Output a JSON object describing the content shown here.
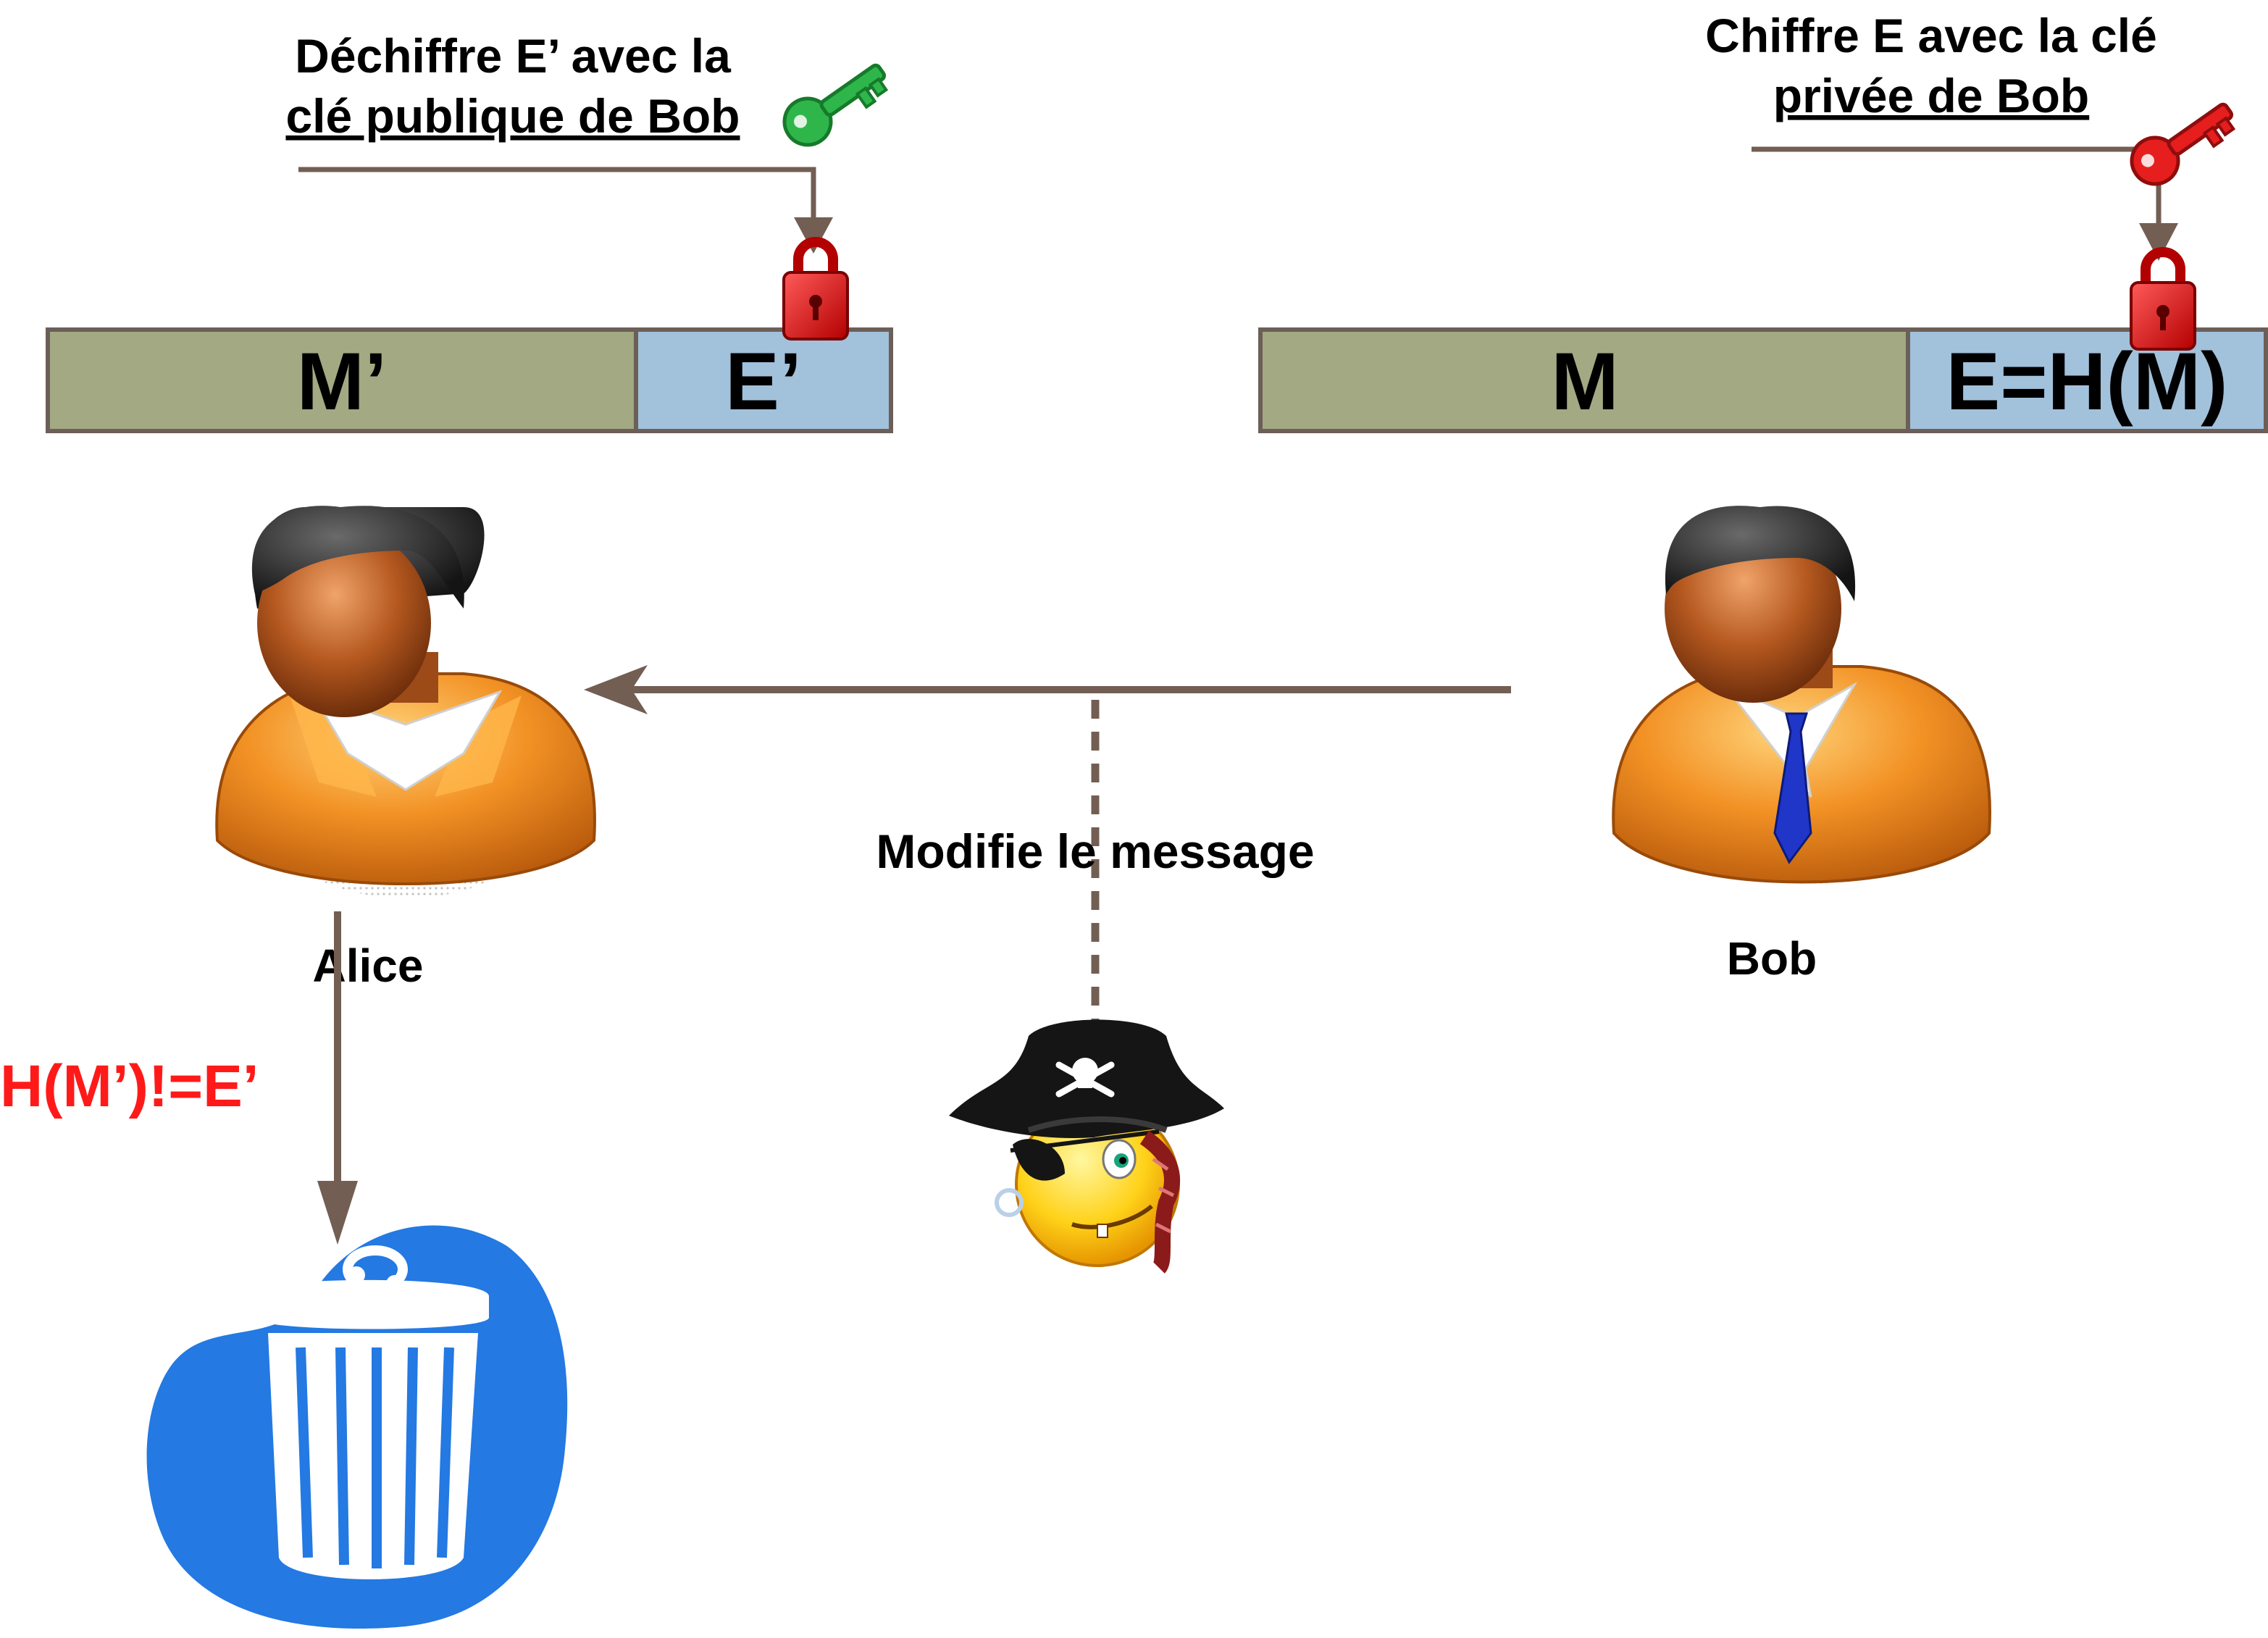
{
  "alice_side": {
    "caption_line1": "Déchiffre E’ avec la",
    "caption_line2": "clé publique de Bob",
    "message_label": "M’",
    "hash_label": "E’",
    "key_icon": "green-key-icon",
    "lock_icon": "red-padlock-icon"
  },
  "bob_side": {
    "caption_line1": "Chiffre E avec la clé",
    "caption_line2": "privée de Bob",
    "message_label": "M",
    "hash_label": "E=H(M)",
    "key_icon": "red-key-icon",
    "lock_icon": "red-padlock-icon"
  },
  "persons": {
    "alice": "Alice",
    "bob": "Bob"
  },
  "attack": {
    "label": "Modifie le message",
    "icon": "pirate-smiley-icon"
  },
  "result": {
    "label": "H(M’)!=E’",
    "icon": "trash-can-icon"
  },
  "colors": {
    "message_box": "#a3a982",
    "hash_box": "#a2c1db",
    "arrow": "#735e53",
    "result_text": "#ff1a1a",
    "trash_blob": "#2479e2",
    "person_suit": "#ef8a1f",
    "person_skin": "#b85a24",
    "green_key": "#2fb64b",
    "red_key": "#e61e1e"
  }
}
